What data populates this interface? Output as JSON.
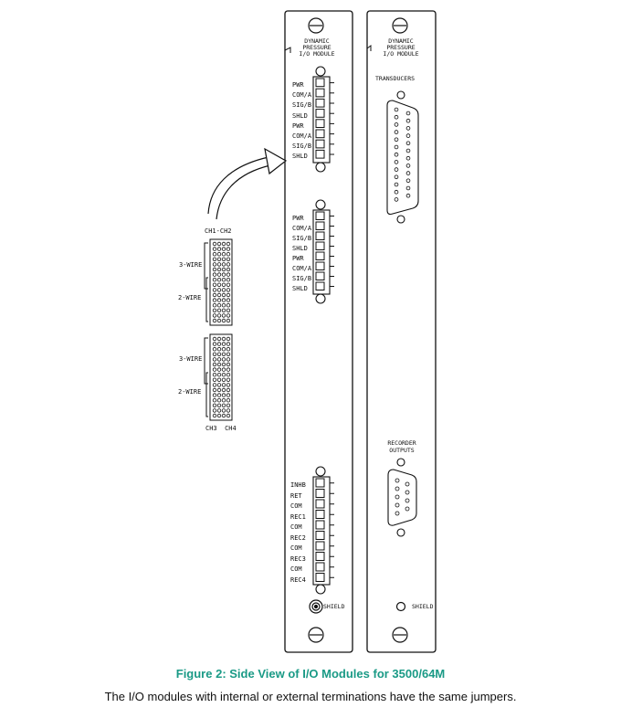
{
  "module_left": {
    "title_lines": [
      "DYNAMIC",
      "PRESSURE",
      "I/O MODULE"
    ],
    "block1_labels": [
      "PWR",
      "COM/A",
      "SIG/B",
      "SHLD",
      "PWR",
      "COM/A",
      "SIG/B",
      "SHLD"
    ],
    "block2_labels": [
      "PWR",
      "COM/A",
      "SIG/B",
      "SHLD",
      "PWR",
      "COM/A",
      "SIG/B",
      "SHLD"
    ],
    "block3_labels": [
      "INHB",
      "RET",
      "COM",
      "REC1",
      "COM",
      "REC2",
      "COM",
      "REC3",
      "COM",
      "REC4"
    ],
    "shield_label": "SHIELD"
  },
  "module_right": {
    "title_lines": [
      "DYNAMIC",
      "PRESSURE",
      "I/O MODULE"
    ],
    "transducers_label": "TRANSDUCERS",
    "recorder_label_lines": [
      "RECORDER",
      "OUTPUTS"
    ],
    "shield_label": "SHIELD"
  },
  "jumpers": {
    "top_label": "CH1-CH2",
    "bottom_label": "CH3  CH4",
    "three_wire": "3-WIRE",
    "two_wire": "2-WIRE"
  },
  "caption": "Figure 2:  Side View of I/O Modules for 3500/64M",
  "note": "The I/O modules with internal or external terminations have the same jumpers."
}
